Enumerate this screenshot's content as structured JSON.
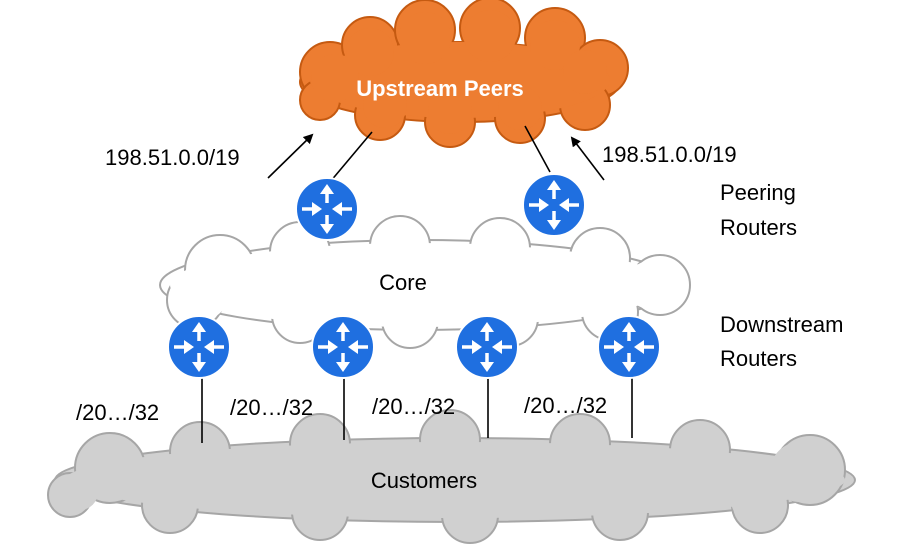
{
  "clouds": {
    "upstream": {
      "label": "Upstream Peers",
      "fill": "#ED7D31",
      "stroke": "#C55A11",
      "text_color": "#ffffff"
    },
    "core": {
      "label": "Core",
      "fill": "#ffffff",
      "stroke": "#A6A6A6",
      "text_color": "#000000"
    },
    "customers": {
      "label": "Customers",
      "fill": "#D0D0D0",
      "stroke": "#A6A6A6",
      "text_color": "#000000"
    }
  },
  "labels": {
    "peering_line1": "Peering",
    "peering_line2": "Routers",
    "downstream_line1": "Downstream",
    "downstream_line2": "Routers"
  },
  "announcements": {
    "left": "198.51.0.0/19",
    "right": "198.51.0.0/19"
  },
  "customer_prefixes": [
    "/20…/32",
    "/20…/32",
    "/20…/32",
    "/20…/32"
  ],
  "router": {
    "icon": "router-icon",
    "fill": "#1F6FE0",
    "stroke": "#ffffff"
  }
}
